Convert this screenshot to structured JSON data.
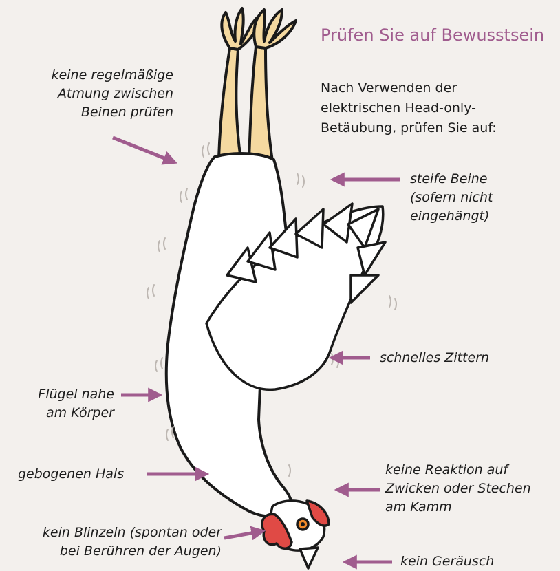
{
  "title": "Prüfen Sie auf Bewusstsein",
  "intro": "Nach Verwenden der elektrischen Head-only-Betäubung, prüfen Sie auf:",
  "labels": {
    "breathing": "keine regelmäßige\nAtmung   zwischen\nBeinen prüfen",
    "stiff_legs": "steife Beine\n(sofern nicht\neingehängt)",
    "tremor": "schnelles Zittern",
    "wings": "Flügel nahe\nam Körper",
    "neck": "gebogenen Hals",
    "pinch": "keine Reaktion auf\nZwicken oder Stechen\nam Kamm",
    "blink": "kein Blinzeln (spontan oder\nbei Berühren der Augen)",
    "sound": "kein Geräusch"
  },
  "colors": {
    "accent": "#a05c8e",
    "background": "#f3f0ed",
    "comb": "#e04a45",
    "legs": "#f5d9a0"
  }
}
